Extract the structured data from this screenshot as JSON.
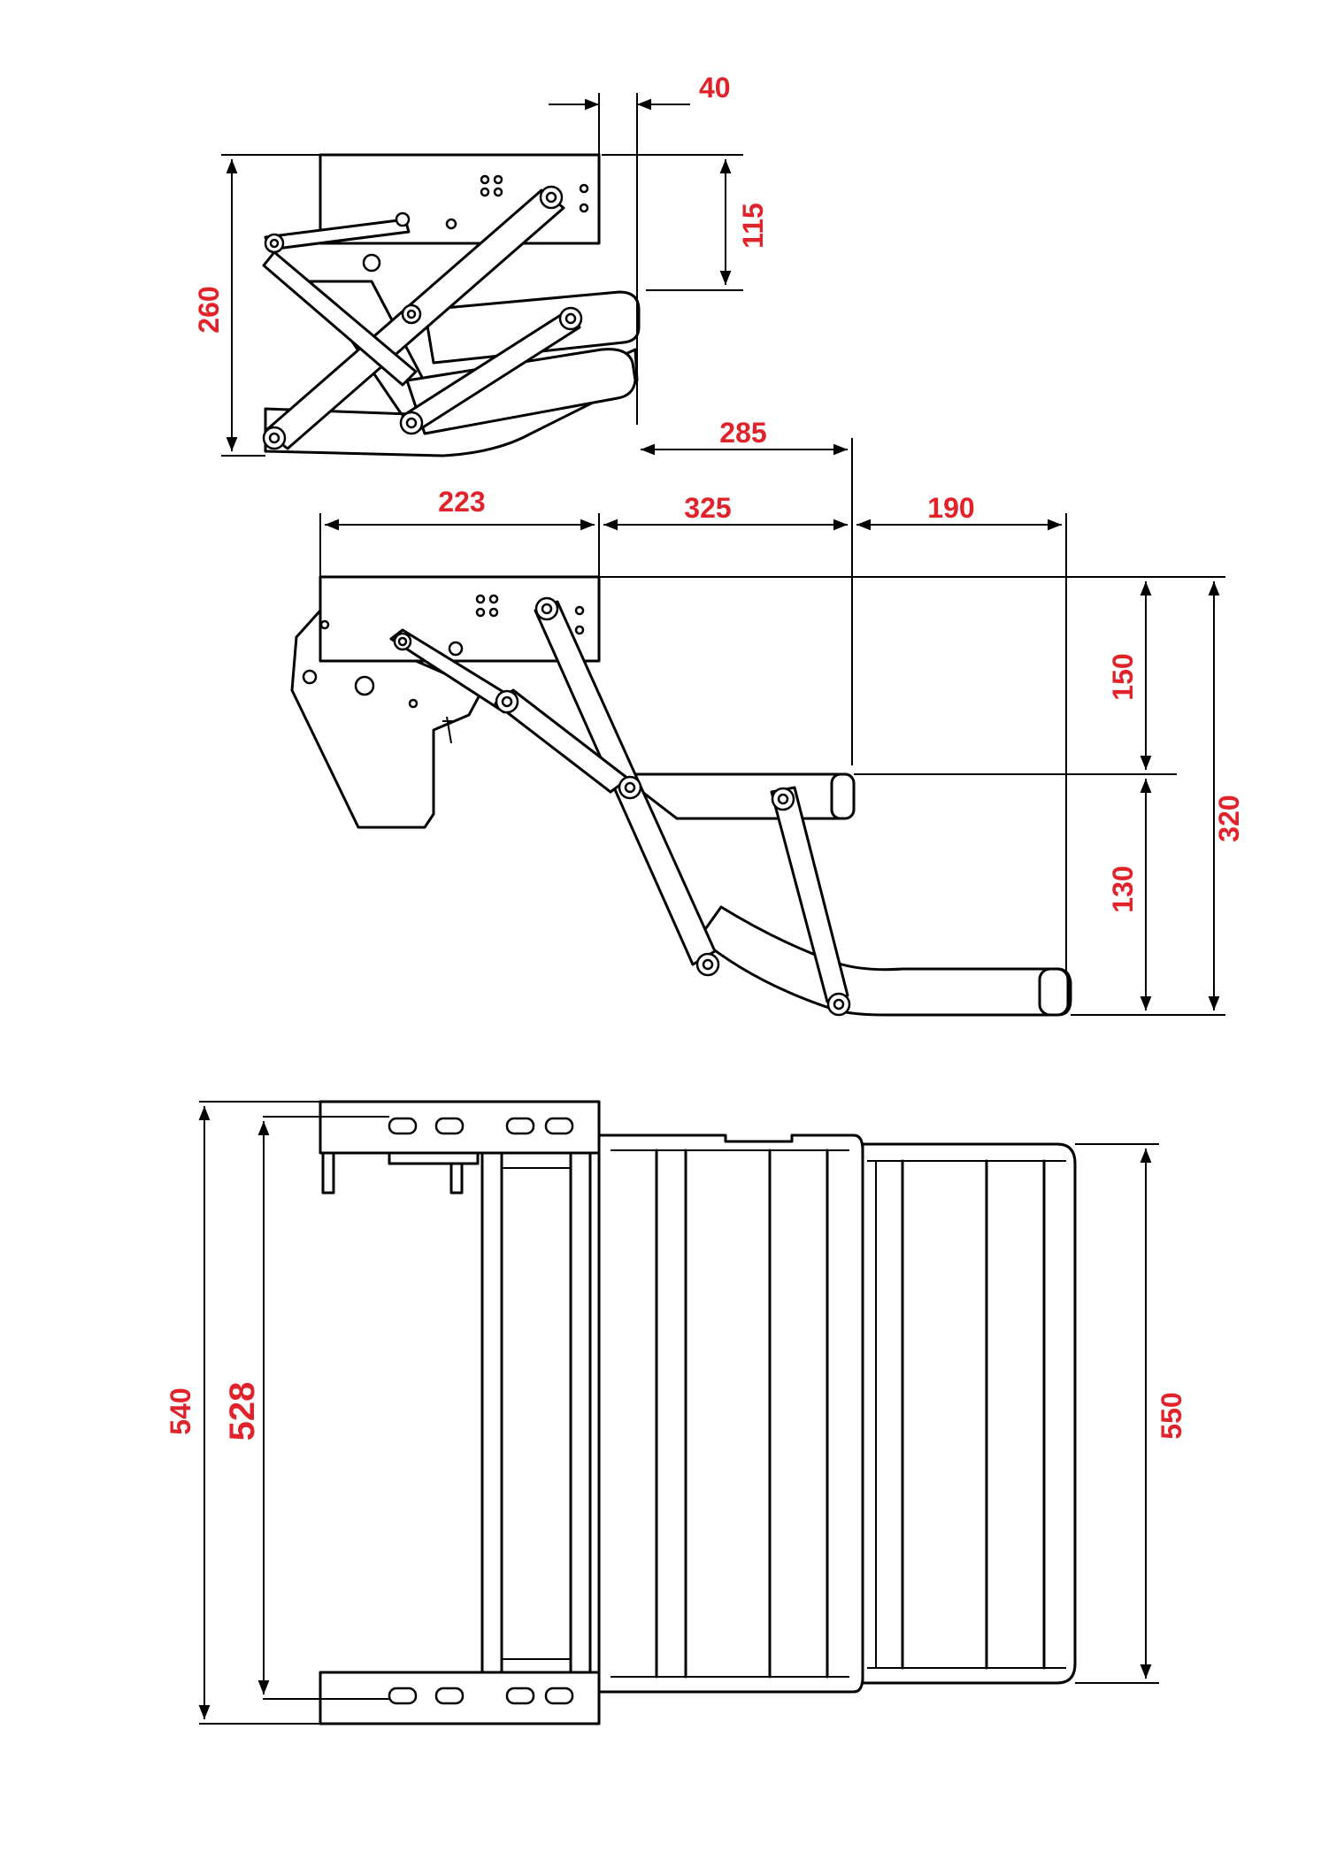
{
  "colors": {
    "dimension_text": "#e0222a",
    "line": "#000000",
    "background": "#ffffff"
  },
  "views": {
    "folded": {
      "dim_offset": "40",
      "dim_top_height": "115",
      "dim_height": "260",
      "dim_reach": "285"
    },
    "extended": {
      "dim_bracket_width": "223",
      "dim_step1_reach": "325",
      "dim_step2_reach": "190",
      "dim_step1_drop": "150",
      "dim_step2_drop": "130",
      "dim_total_drop": "320"
    },
    "plan": {
      "dim_outer_width": "540",
      "dim_mount_width": "528",
      "dim_step_width": "550"
    }
  }
}
